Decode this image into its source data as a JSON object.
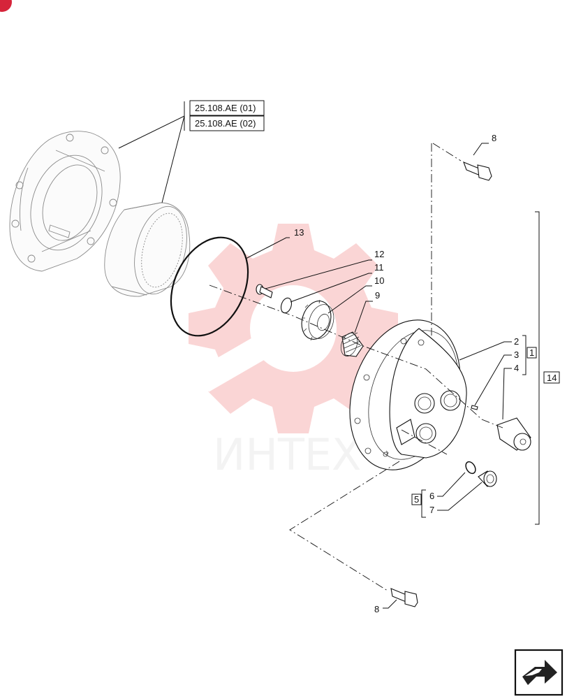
{
  "refs": {
    "ref_1": "25.108.AE (01)",
    "ref_2": "25.108.AE (02)"
  },
  "callouts": {
    "c1": "1",
    "c2": "2",
    "c3": "3",
    "c4": "4",
    "c5": "5",
    "c6": "6",
    "c7": "7",
    "c8_top": "8",
    "c8_bottom": "8",
    "c9": "9",
    "c10": "10",
    "c11": "11",
    "c12": "12",
    "c13": "13",
    "c14": "14"
  },
  "watermark": {
    "text": "ИНТЕХ",
    "color": "#f06a6a"
  },
  "colors": {
    "corner_badge": "#d6243a"
  },
  "icons": {
    "corner": "corner-badge-icon",
    "next": "next-page-arrow-icon"
  }
}
